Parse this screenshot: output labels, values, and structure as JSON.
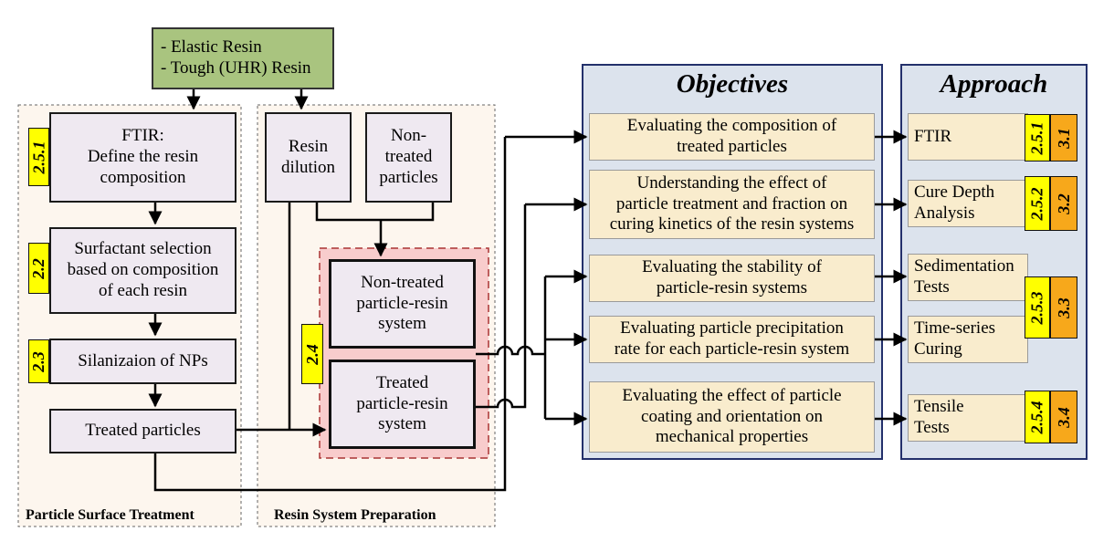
{
  "resin_box": {
    "line1": "- Elastic Resin",
    "line2": "- Tough (UHR) Resin"
  },
  "sections": {
    "treatment_caption": "Particle Surface Treatment",
    "preparation_caption": "Resin System Preparation"
  },
  "treatment_steps": [
    {
      "tag": "2.5.1",
      "lines": [
        "FTIR:",
        "Define the resin",
        "composition"
      ]
    },
    {
      "tag": "2.2",
      "lines": [
        "Surfactant selection",
        "based on composition",
        "of each resin"
      ]
    },
    {
      "tag": "2.3",
      "lines": [
        "Silanizaion of NPs"
      ]
    },
    {
      "lines": [
        "Treated particles"
      ]
    }
  ],
  "preparation": {
    "resin_dilution": [
      "Resin",
      "dilution"
    ],
    "non_treated_particles": [
      "Non-",
      "treated",
      "particles"
    ],
    "tag": "2.4",
    "non_treated_system": [
      "Non-treated",
      "particle-resin",
      "system"
    ],
    "treated_system": [
      "Treated",
      "particle-resin",
      "system"
    ]
  },
  "objectives": {
    "title": "Objectives",
    "items": [
      [
        "Evaluating the composition of",
        "treated particles"
      ],
      [
        "Understanding the effect of",
        "particle treatment and fraction on",
        "curing kinetics of the resin systems"
      ],
      [
        "Evaluating the stability of",
        "particle-resin systems"
      ],
      [
        "Evaluating particle precipitation",
        "rate for each particle-resin system"
      ],
      [
        "Evaluating the effect of particle",
        "coating and orientation on",
        "mechanical properties"
      ]
    ]
  },
  "approach": {
    "title": "Approach",
    "items": [
      {
        "lines": [
          "FTIR"
        ],
        "tag_a": "2.5.1",
        "tag_b": "3.1"
      },
      {
        "lines": [
          "Cure Depth",
          "Analysis"
        ],
        "tag_a": "2.5.2",
        "tag_b": "3.2"
      },
      {
        "lines": [
          "Sedimentation",
          "Tests"
        ]
      },
      {
        "lines": [
          "Time-series",
          "Curing"
        ]
      },
      {
        "tag_a": "2.5.3",
        "tag_b": "3.3"
      },
      {
        "lines": [
          "Tensile",
          "Tests"
        ],
        "tag_a": "2.5.4",
        "tag_b": "3.4"
      }
    ]
  },
  "colors": {
    "green_box": "#a9c47f",
    "lavender": "#efe9f1",
    "beige": "#f9eccd",
    "panel": "#dce3ed",
    "panel_border": "#23306b",
    "tag_yellow": "#ffff00",
    "tag_orange": "#f7a81b",
    "pink": "#f8cccc"
  }
}
